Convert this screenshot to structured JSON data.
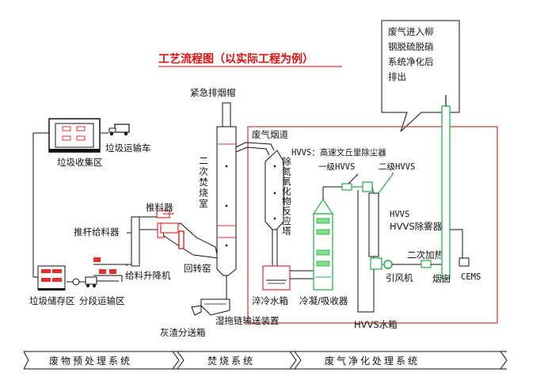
{
  "title": "工艺流程图（以实际工程为例）",
  "callout": [
    "废气进入柳",
    "钢脱硫脱硝",
    "系统净化后",
    "排出"
  ],
  "labels": {
    "emergency_cap": "紧急排烟帽",
    "flue_duct": "废气烟道",
    "garbage_truck": "垃圾运输车",
    "collection_area": "垃圾收集区",
    "pusher": "推料器",
    "ram_feeder": "推杆给料器",
    "lift": "给料升降机",
    "storage_area": "垃圾储存区",
    "staged_transport": "分段运输区",
    "kiln": "回转窑",
    "secondary_chamber": "二次焚烧室",
    "denox": "除氮氧化物反应塔",
    "hvvs_note": "HVVS：高速文丘里除尘器",
    "hvvs_stage1": "一级HVVS",
    "hvvs_stage2": "二级HVVS",
    "hvvs_demister": "HVVS除雾器",
    "reheat": "二次加热",
    "induced_fan": "引风机",
    "chimney": "烟囱",
    "cems": "CEMS",
    "quench_tank": "淬冷水箱",
    "condense": "冷凝/吸收器",
    "hvvs_tank": "HVVS水箱",
    "wet_chain": "湿拖链输送装置",
    "ash_box": "灰渣分送箱"
  },
  "systems": [
    "废物预处理系统",
    "焚烧系统",
    "废气净化处理系统"
  ],
  "colors": {
    "title": "#dd1111",
    "frame": "#cc3333",
    "equipment": "#e03030",
    "scrubber": "#22aa44",
    "line": "#111111"
  }
}
